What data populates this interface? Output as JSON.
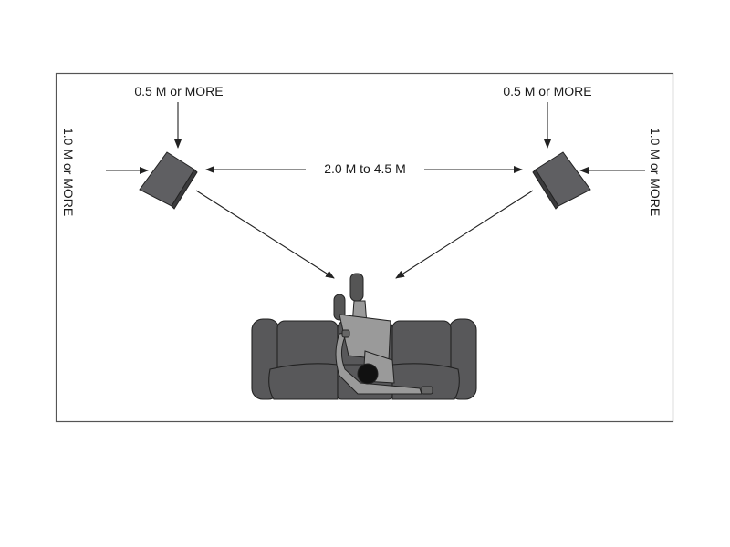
{
  "labels": {
    "top_left": "0.5 M or MORE",
    "top_right": "0.5 M or MORE",
    "side_left": "1.0 M or MORE",
    "side_right": "1.0 M or MORE",
    "between_speakers": "2.0 M to 4.5 M"
  },
  "colors": {
    "speaker": "#5f5f62",
    "sofa": "#58585a",
    "person": "#9a9a9a",
    "line": "#222222"
  }
}
